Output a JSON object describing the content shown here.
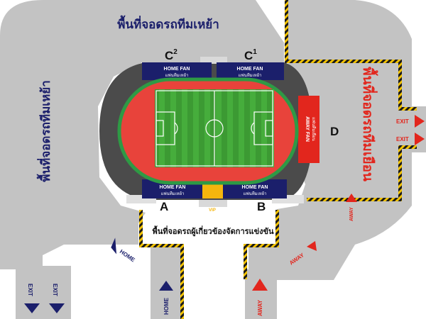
{
  "colors": {
    "parking": "#c3c3c3",
    "stand_navy": "#1b1f6b",
    "away_red": "#e2261d",
    "track_red": "#e8433b",
    "pitch_green": "#46ad3c",
    "pitch_green_dark": "#3c9a33",
    "border_green": "#2e9a45",
    "dark_stand": "#4b4b4b",
    "hazard_yellow": "#f2c200",
    "vip": "#f5b60d"
  },
  "labels": {
    "home_parking_top": "พื้นที่จอดรถทีมเหย้า",
    "home_parking_left": "พื้นที่จอดรถทีมเหย้า",
    "away_parking_right": "พื้นที่จอดรถทีมเยือน",
    "official_parking": "พื้นที่จอดรถผู้เกี่ยวข้องจัดการแข่งขัน"
  },
  "zones": {
    "c2": "C",
    "c2_sup": "2",
    "c1": "C",
    "c1_sup": "1",
    "a": "A",
    "b": "B",
    "d": "D"
  },
  "stands": {
    "home_fan_label": "HOME FAN",
    "home_fan_sub": "แฟนทีมเหย้า",
    "away_fan_label": "AWAY FAN",
    "away_fan_sub": "แฟนทีมเยือน",
    "vip_label": "VIP"
  },
  "arrows": {
    "exit": "EXIT",
    "home": "HOME",
    "away": "AWAY"
  },
  "icons": {
    "exit_arrow_right": "triangle-right-icon",
    "exit_arrow_down": "triangle-down-icon",
    "home_arrow": "triangle-icon",
    "away_arrow": "triangle-icon"
  }
}
